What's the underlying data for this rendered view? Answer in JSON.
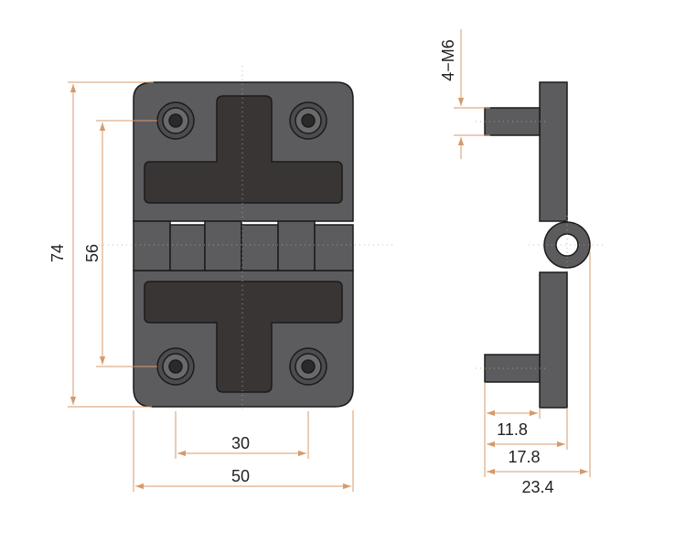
{
  "colors": {
    "dimension_line": "#d79a6b",
    "body_fill": "#5c5c5f",
    "body_stroke": "#1b1b1b",
    "recess_fill": "#3a3535",
    "background": "#ffffff"
  },
  "dimensions": {
    "height_overall": "74",
    "hole_spacing_vertical": "56",
    "hole_spacing_horizontal": "30",
    "width_overall": "50",
    "thread_callout": "4−M6",
    "stud_length": "11.8",
    "stud_plus_leaf": "17.8",
    "overall_depth": "23.4"
  }
}
